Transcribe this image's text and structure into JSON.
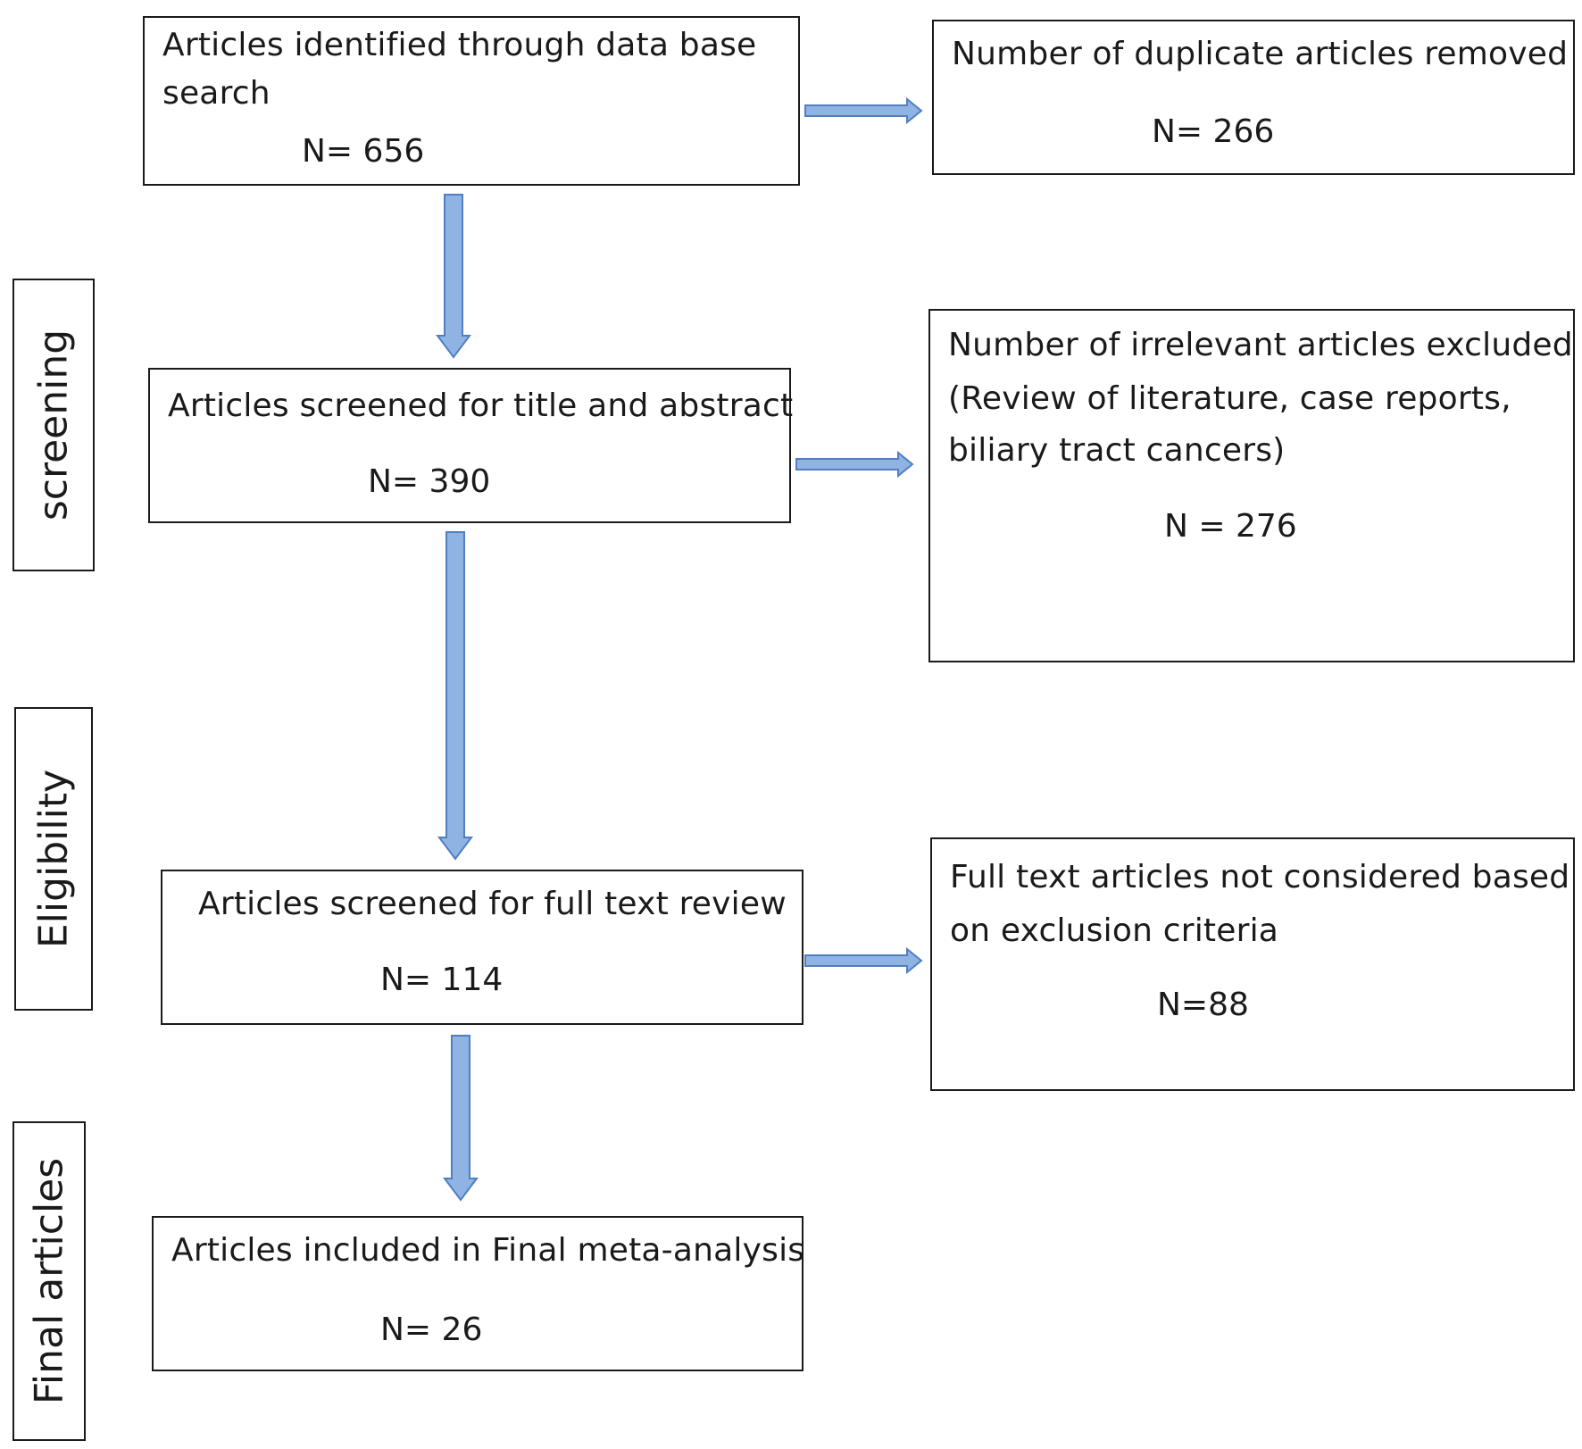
{
  "stages": {
    "screening": "screening",
    "eligibility": "Eligibility",
    "final": "Final articles"
  },
  "boxes": {
    "identified": {
      "line1": "Articles identified through data base",
      "line2": "search",
      "count": "N= 656"
    },
    "duplicates": {
      "line1": "Number of duplicate articles removed",
      "count": "N= 266"
    },
    "screened_title": {
      "line1": "Articles screened for title and abstract",
      "count": "N= 390"
    },
    "irrelevant": {
      "line1": "Number of irrelevant articles excluded",
      "line2": "(Review of literature, case reports,",
      "line3": "biliary tract cancers)",
      "count": "N = 276"
    },
    "full_text": {
      "line1": "Articles screened for full text review",
      "count": "N= 114"
    },
    "not_considered": {
      "line1": "Full text articles not considered based",
      "line2": "on exclusion criteria",
      "count": "N=88"
    },
    "included": {
      "line1": "Articles included in Final meta-analysis",
      "count": "N= 26"
    }
  },
  "colors": {
    "arrow_fill": "#8fb4e3",
    "arrow_stroke": "#4f7fc0",
    "border": "#1a1a1a"
  }
}
